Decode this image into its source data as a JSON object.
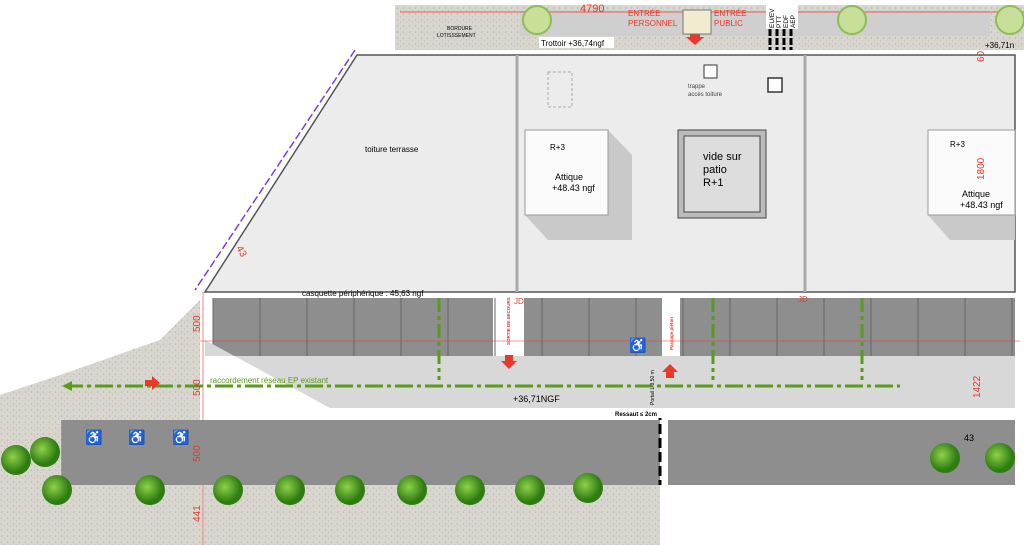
{
  "labels": {
    "dim_top": "4790",
    "entree_personnel_1": "ENTRÉE",
    "entree_personnel_2": "PERSONNEL",
    "entree_public_1": "ENTRÉE",
    "entree_public_2": "PUBLIC",
    "bordure_1": "BORDURE",
    "bordure_2": "LOTISSSEMENT",
    "trottoir": "Trottoir +36,74ngf",
    "level_right": "+36,71n",
    "trappe_1": "trappe",
    "trappe_2": "accès toiture",
    "toiture": "toiture terrasse",
    "r3_left": "R+3",
    "attique_left_1": "Attique",
    "attique_left_2": "+48.43 ngf",
    "vide_1": "vide sur",
    "vide_2": "patio",
    "vide_3": "R+1",
    "r3_right": "R+3",
    "attique_right_1": "Attique",
    "attique_right_2": "+48.43 ngf",
    "casquette": "casquette périphérique : 45,63 ngf",
    "jd_1": "JD",
    "jd_2": "JD",
    "raccordement": "raccordement réseau EP existant",
    "ngf": "+36,71NGF",
    "ressaut": "Ressaut ≤ 2cm",
    "portail": "Portail L 3,50 m",
    "sortie_secours": "SORTIE DE SECOURS",
    "passage_pieton": "Passage piéton",
    "dim_500_a": "500",
    "dim_500_b": "500",
    "dim_500_c": "500",
    "dim_441": "441",
    "dim_1800": "1800",
    "dim_1422": "1422",
    "dim_60": "60",
    "dim_43": "43",
    "spot_43": "43",
    "networks": [
      "EU/EV",
      "PTT",
      "EDF",
      "AEP"
    ]
  },
  "colors": {
    "red": "#e8392a",
    "green": "#5a9a1e",
    "parking": "#8e8e8e",
    "aisle": "#d8d8d8",
    "roof": "#ececec"
  }
}
